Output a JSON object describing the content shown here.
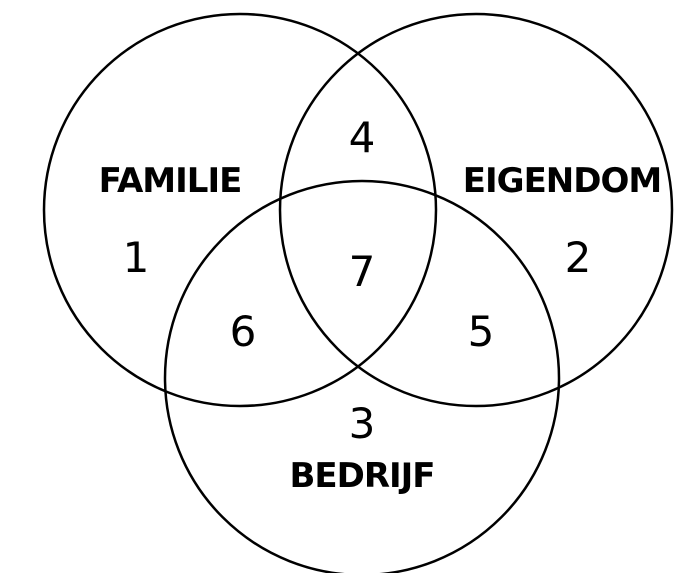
{
  "sets": [
    {
      "id": "familie",
      "label": "FAMILIE"
    },
    {
      "id": "eigendom",
      "label": "EIGENDOM"
    },
    {
      "id": "bedrijf",
      "label": "BEDRIJF"
    }
  ],
  "regions": {
    "familie_only": "1",
    "eigendom_only": "2",
    "bedrijf_only": "3",
    "familie_eigendom": "4",
    "eigendom_bedrijf": "5",
    "familie_bedrijf": "6",
    "all_three": "7"
  },
  "colors": {
    "stroke": "#000000",
    "background": "#ffffff",
    "text": "#000000"
  }
}
